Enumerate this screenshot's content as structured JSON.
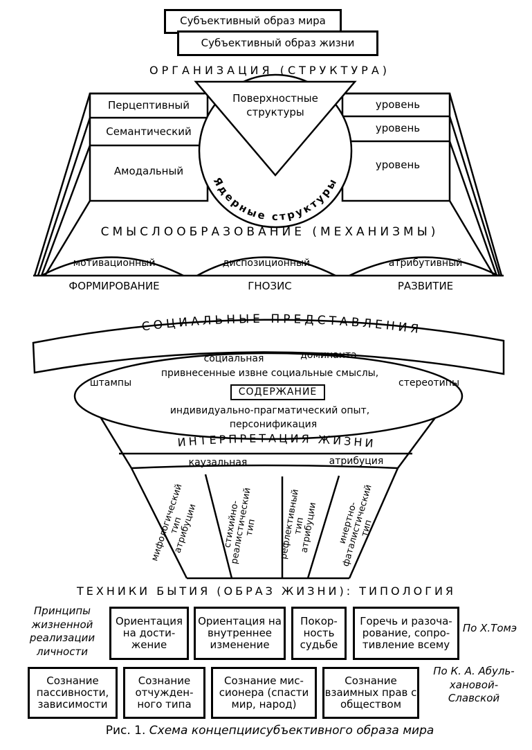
{
  "top_boxes": {
    "world_image": "Субъективный образ мира",
    "life_image": "Субъективный образ жизни"
  },
  "organization_title": "ОРГАНИЗАЦИЯ (СТРУКТУРА)",
  "levels": {
    "perceptive": "Перцептивный",
    "semantic": "Семантический",
    "amodal": "Амодальный",
    "level_word": "уровень"
  },
  "surface_structures": "Поверхностные структуры",
  "core_structures": "Ядерные структуры",
  "meaning_title": "СМЫСЛООБРАЗОВАНИЕ (МЕХАНИЗМЫ)",
  "mechanisms": {
    "motivational": "мотивационный",
    "dispositional": "диспозиционный",
    "attributive": "атрибутивный"
  },
  "processes": {
    "formation": "ФОРМИРОВАНИЕ",
    "gnosis": "ГНОЗИС",
    "development": "РАЗВИТИЕ"
  },
  "social_title": "СОЦИАЛЬНЫЕ ПРЕДСТАВЛЕНИЯ",
  "content": {
    "social": "социальная",
    "dominant": "доминанта",
    "external_meanings": "привнесенные извне социальные смыслы,",
    "stamps": "штампы",
    "stereotypes": "стереотипы",
    "label": "СОДЕРЖАНИЕ",
    "experience_1": "индивидуально-прагматический опыт,",
    "experience_2": "персонификация"
  },
  "interpretation_title": "ИНТЕРПРЕТАЦИЯ ЖИЗНИ",
  "interpretation": {
    "causal": "каузальная",
    "attribution": "атрибуция"
  },
  "types": {
    "t1_line1": "мифологический",
    "t1_line2": "тип",
    "t1_line3": "атрибуции",
    "t2_line1": "стихийно-",
    "t2_line2": "реалистический",
    "t2_line3": "тип",
    "t3_line1": "рефлективный",
    "t3_line2": "тип",
    "t3_line3": "атрибуции",
    "t4_line1": "инертно-",
    "t4_line2": "фаталистический",
    "t4_line3": "тип"
  },
  "techniques_title": "ТЕХНИКИ БЫТИЯ (ОБРАЗ ЖИЗНИ): ТИПОЛОГИЯ",
  "principles_label": "Принципы жизненной реализации личности",
  "thomae_boxes": [
    "Ориентация на дости-жение",
    "Ориентация на внутреннее изменение",
    "Покор-ность судьбе",
    "Горечь и разоча-рование, сопро-тивление всему"
  ],
  "thomae_ref": "По Х.Томэ",
  "abulkhanova_boxes": [
    "Сознание пассивности, зависимости",
    "Сознание отчужден-ного типа",
    "Сознание мис-сионера (спасти мир, народ)",
    "Сознание взаимных прав с обществом"
  ],
  "abulkhanova_ref": "По К. А. Абуль-хановой-Славской",
  "caption_prefix": "Рис. 1.",
  "caption_text": "Схема концепциисубъективного образа мира"
}
